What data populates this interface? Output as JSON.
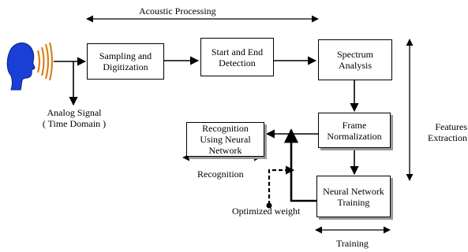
{
  "diagram": {
    "labels": {
      "acoustic_processing": "Acoustic Processing",
      "analog_signal": "Analog Signal\n( Time Domain )",
      "features_extraction": "Features\nExtraction",
      "recognition": "Recognition",
      "optimized_weight": "Optimized weight",
      "training": "Training"
    },
    "boxes": {
      "sampling": "Sampling and\nDigitization",
      "start_end": "Start and End\nDetection",
      "spectrum": "Spectrum\nAnalysis",
      "frame_norm": "Frame\nNormalization",
      "recognition_nn": "Recognition\nUsing Neural\nNetwork",
      "nn_training": "Neural Network\nTraining"
    },
    "icons": {
      "speaker": "speaking-head-icon"
    }
  }
}
